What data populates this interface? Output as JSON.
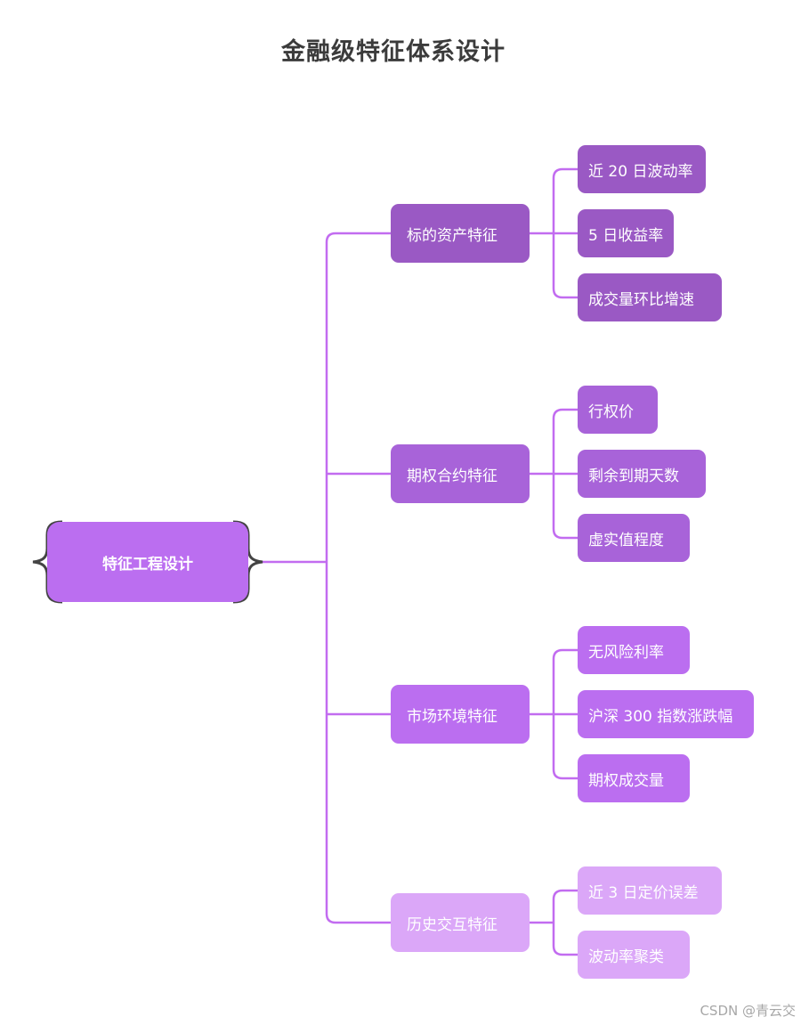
{
  "title": "金融级特征体系设计",
  "root": {
    "label": "特征工程设计",
    "color": "#bb6ef0"
  },
  "branches": [
    {
      "label": "标的资产特征",
      "color": "#9a59c4",
      "children": [
        "近 20 日波动率",
        "5 日收益率",
        "成交量环比增速"
      ]
    },
    {
      "label": "期权合约特征",
      "color": "#a863d9",
      "children": [
        "行权价",
        "剩余到期天数",
        "虚实值程度"
      ]
    },
    {
      "label": "市场环境特征",
      "color": "#bb6ef0",
      "children": [
        "无风险利率",
        "沪深 300 指数涨跌幅",
        "期权成交量"
      ]
    },
    {
      "label": "历史交互特征",
      "color": "#dba7f8",
      "children": [
        "近 3 日定价误差",
        "波动率聚类"
      ]
    }
  ],
  "link_color": "#c26cf0",
  "brace_color": "#444444",
  "watermark": "CSDN @青云交"
}
